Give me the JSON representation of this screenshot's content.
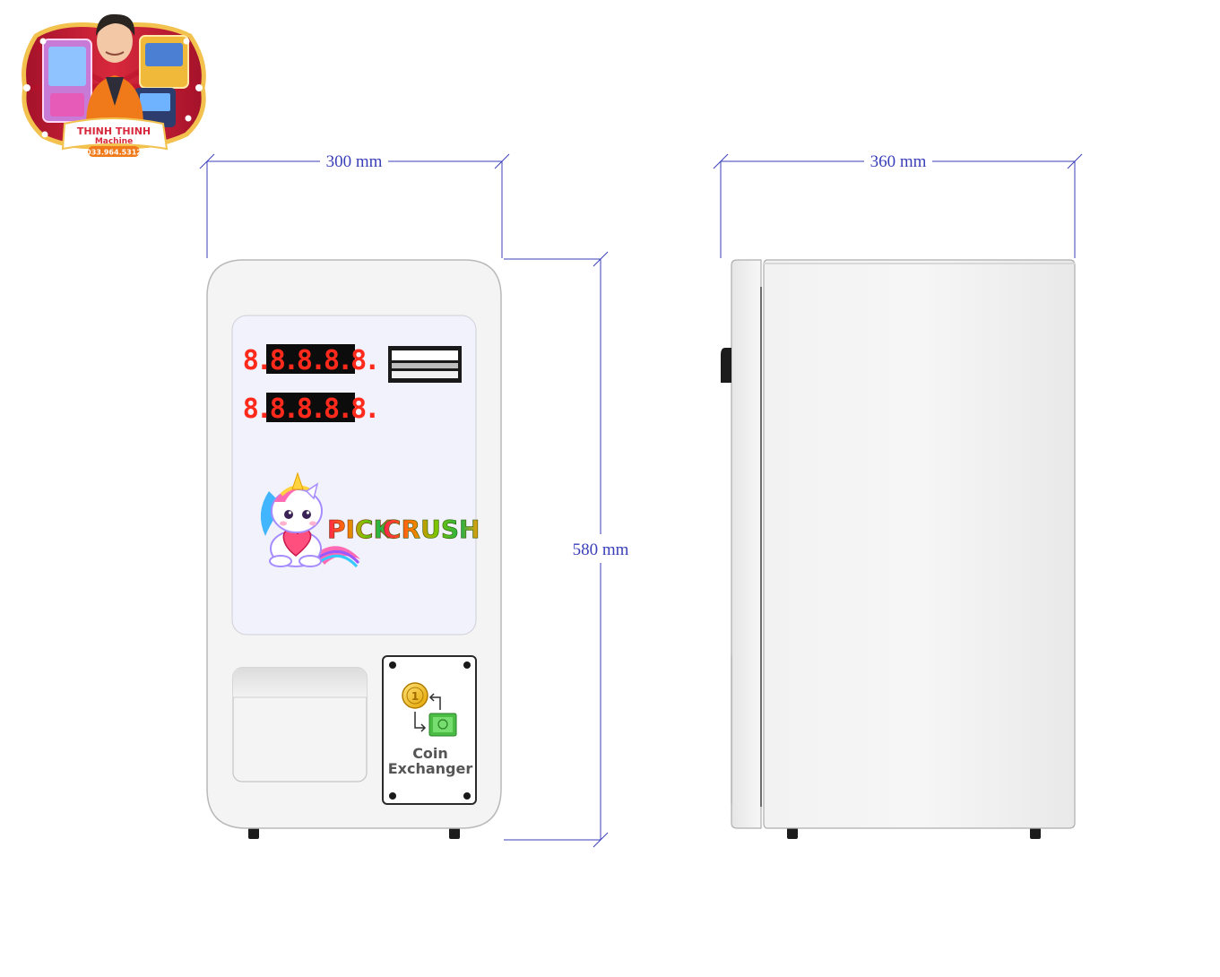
{
  "logo": {
    "name_line1": "THINH THINH",
    "name_line2": "Machine",
    "phone": "033.964.5312"
  },
  "dimensions": {
    "width": "300 mm",
    "depth": "360 mm",
    "height": "580 mm"
  },
  "front_panel": {
    "display_top": "8.8.8.8.8.",
    "display_bottom": "8.8.8.8.8.",
    "brand_word1": "PICK",
    "brand_word2": "CRUSH",
    "coin_module_line1": "Coin",
    "coin_module_line2": "Exchanger",
    "coin_digit": "1"
  },
  "colors": {
    "dimension_lines": "#3a3fb8",
    "display_digits": "#ff2a1c",
    "cabinet": "#f4f4f4",
    "panel": "#f1f2fb"
  }
}
